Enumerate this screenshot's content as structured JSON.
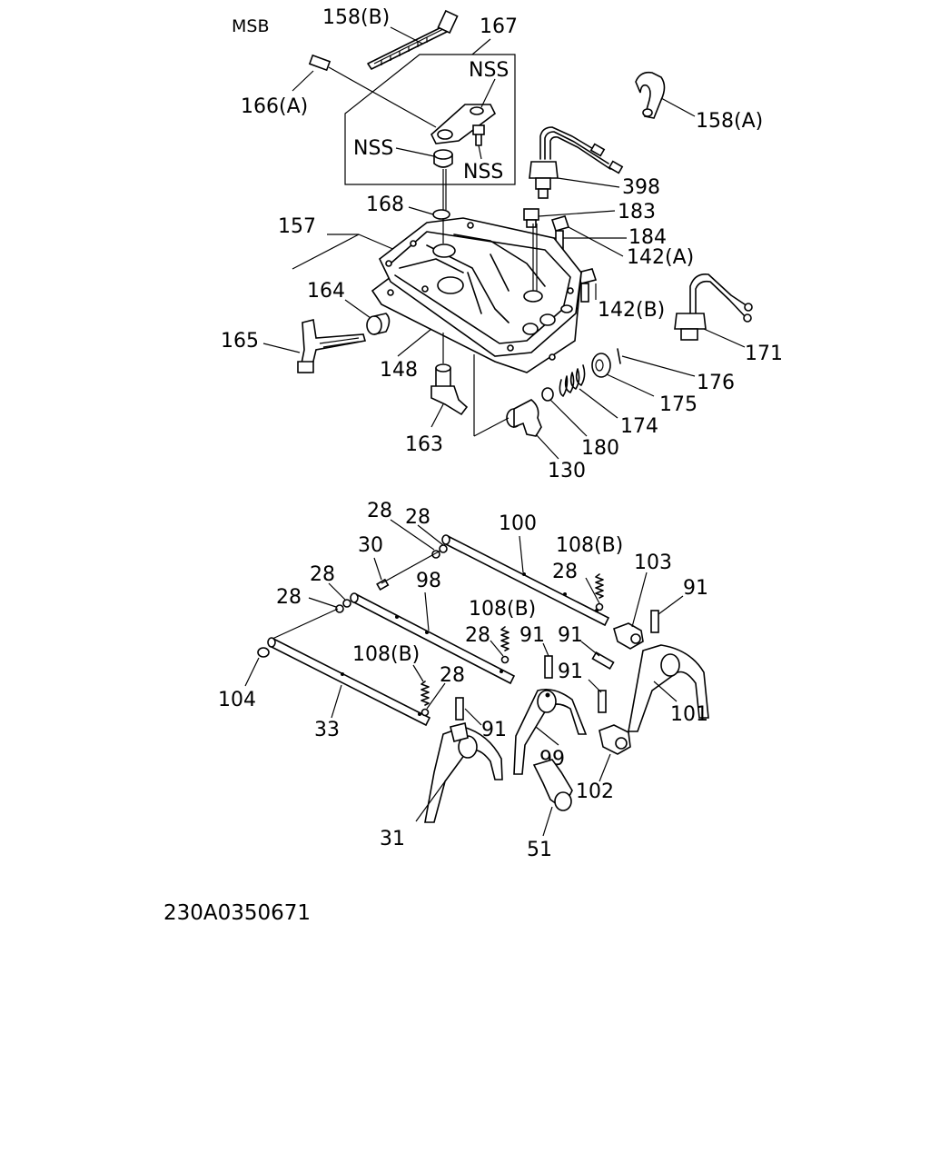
{
  "header": {
    "model": "MSB"
  },
  "footer": {
    "diagram_number": "230A0350671"
  },
  "nss_label": "NSS",
  "parts": {
    "p158b": "158(B)",
    "p167": "167",
    "p166a": "166(A)",
    "p158a": "158(A)",
    "p398": "398",
    "p183": "183",
    "p168": "168",
    "p184": "184",
    "p157": "157",
    "p142a": "142(A)",
    "p164": "164",
    "p142b": "142(B)",
    "p165": "165",
    "p171": "171",
    "p148": "148",
    "p176": "176",
    "p175": "175",
    "p174": "174",
    "p163": "163",
    "p180": "180",
    "p130": "130",
    "p28": "28",
    "p100": "100",
    "p30": "30",
    "p108b": "108(B)",
    "p103": "103",
    "p91": "91",
    "p98": "98",
    "p104": "104",
    "p101": "101",
    "p33": "33",
    "p99": "99",
    "p102": "102",
    "p31": "31",
    "p51": "51"
  }
}
